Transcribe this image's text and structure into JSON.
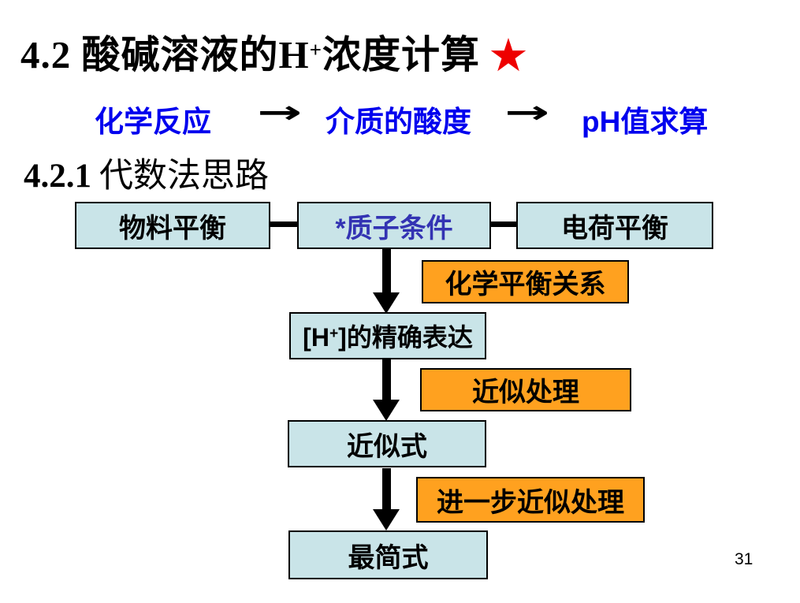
{
  "title": {
    "main": "4.2 酸碱溶液的H",
    "sup": "+",
    "after_sup": "浓度计算",
    "star": "★"
  },
  "concept_flow": {
    "items": [
      "化学反应",
      "介质的酸度",
      "pH值求算"
    ],
    "arrow": "→"
  },
  "subtitle": {
    "number": "4.2.1",
    "text": "代数法思路"
  },
  "flowchart": {
    "material_balance": "物料平衡",
    "proton_condition": "*质子条件",
    "charge_balance": "电荷平衡",
    "chem_equilibrium_label": "化学平衡关系",
    "exact_expression": {
      "pre": "[H",
      "sup": "+",
      "post": "]的精确表达"
    },
    "approx_label": "近似处理",
    "approx_formula": "近似式",
    "further_approx_label": "进一步近似处理",
    "simplest_formula": "最简式"
  },
  "page_number": "31",
  "colors": {
    "box_fill_blue": "#c9e4e8",
    "box_fill_orange": "#ffa11f",
    "box_border": "#000000",
    "flow_text_blue": "#0000ee",
    "proton_text_blue": "#3333b3",
    "star_red": "#ee0000",
    "background": "#ffffff"
  }
}
